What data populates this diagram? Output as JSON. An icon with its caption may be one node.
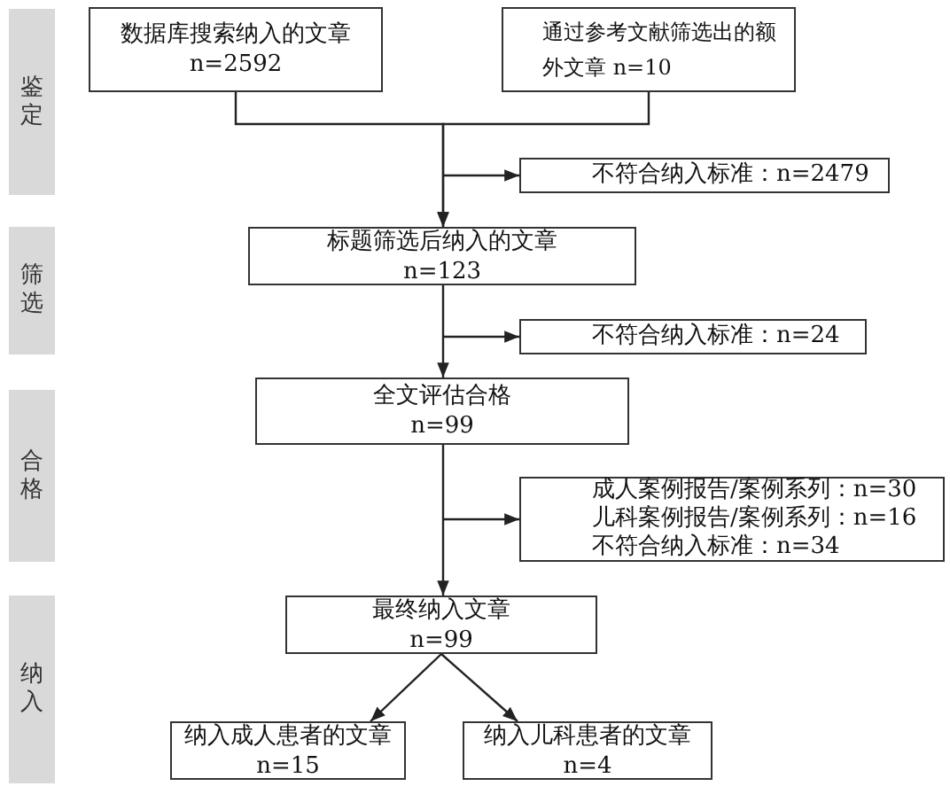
{
  "diagram": {
    "nodes": [
      {
        "text": [
          "鉴定"
        ]
      },
      {
        "text": [
          "数据库搜索纳入的文章",
          "n=2592"
        ]
      },
      {
        "text": [
          "通过参考文献筛选出的额外文章 n=10"
        ]
      },
      {
        "text": [
          "不符合纳入标准：n=2479"
        ]
      },
      {
        "text": [
          "筛选"
        ]
      },
      {
        "text": [
          "标题筛选后纳入的文章",
          "n=123"
        ]
      },
      {
        "text": [
          "不符合纳入标准：n=24"
        ]
      },
      {
        "text": [
          "合格"
        ]
      },
      {
        "text": [
          "全文评估合格",
          "n=99"
        ]
      },
      {
        "text": [
          "成人案例报告/案例系列：n=30",
          "儿科案例报告/案例系列：n=16",
          "不符合纳入标准：n=34"
        ]
      },
      {
        "text": [
          "纳入"
        ]
      },
      {
        "text": [
          "最终纳入文章",
          "n=99"
        ]
      },
      {
        "text": [
          "纳入成人患者的文章",
          "n=15"
        ]
      },
      {
        "text": [
          "纳入儿科患者的文章",
          "n=4"
        ]
      }
    ],
    "edges": [
      {
        "from": 1,
        "to": 5,
        "arrow": "to"
      },
      {
        "from": 2,
        "to": 5,
        "arrow": "to"
      },
      {
        "from": null,
        "to": 3,
        "arrow": "to"
      },
      {
        "from": 5,
        "to": 8,
        "arrow": "to"
      },
      {
        "from": null,
        "to": 6,
        "arrow": "to"
      },
      {
        "from": 8,
        "to": 11,
        "arrow": "to"
      },
      {
        "from": null,
        "to": 9,
        "arrow": "to"
      },
      {
        "from": 11,
        "to": 12,
        "arrow": "to"
      },
      {
        "from": 11,
        "to": 13,
        "arrow": "to"
      }
    ]
  }
}
